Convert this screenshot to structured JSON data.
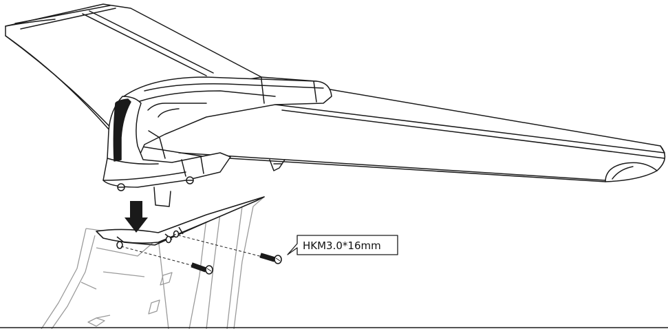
{
  "diagram": {
    "callout": {
      "label": "HKM3.0*16mm"
    },
    "colors": {
      "stroke": "#1a1a1a",
      "light_stroke": "#9a9a9a",
      "fill": "#ffffff",
      "shade": "#e6e6e6",
      "arrow": "#1a1a1a"
    },
    "parts": {
      "wing": "wing-assembly",
      "fuselage_cover": "fuselage-cover",
      "screws": [
        "screw-left",
        "screw-right"
      ],
      "direction": "down-arrow-icon"
    }
  }
}
